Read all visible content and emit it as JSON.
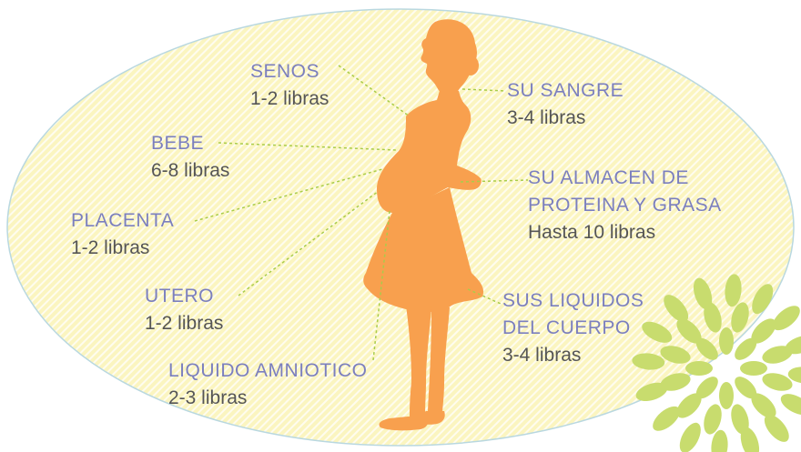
{
  "colors": {
    "figure": "#f8a04e",
    "oval_fill": "#fbf5c0",
    "oval_stripe": "#ffffff",
    "oval_border": "#b9d8e0",
    "leader_line": "#a9cc4a",
    "label_name": "#7b7fbe",
    "label_amount": "#555555",
    "burst_petal": "#c8dc6e"
  },
  "labels": {
    "senos": {
      "name": "SENOS",
      "amount": "1-2 libras"
    },
    "bebe": {
      "name": "BEBE",
      "amount": "6-8 libras"
    },
    "placenta": {
      "name": "PLACENTA",
      "amount": "1-2 libras"
    },
    "utero": {
      "name": "UTERO",
      "amount": "1-2 libras"
    },
    "liquido": {
      "name": "LIQUIDO AMNIOTICO",
      "amount": "2-3 libras"
    },
    "sangre": {
      "name": "SU SANGRE",
      "amount": "3-4 libras"
    },
    "almacen": {
      "name_line1": "SU ALMACEN DE",
      "name_line2": "PROTEINA Y GRASA",
      "amount": "Hasta 10 libras"
    },
    "liquidos": {
      "name_line1": "SUS LIQUIDOS",
      "name_line2": "DEL CUERPO",
      "amount": "3-4 libras"
    }
  }
}
